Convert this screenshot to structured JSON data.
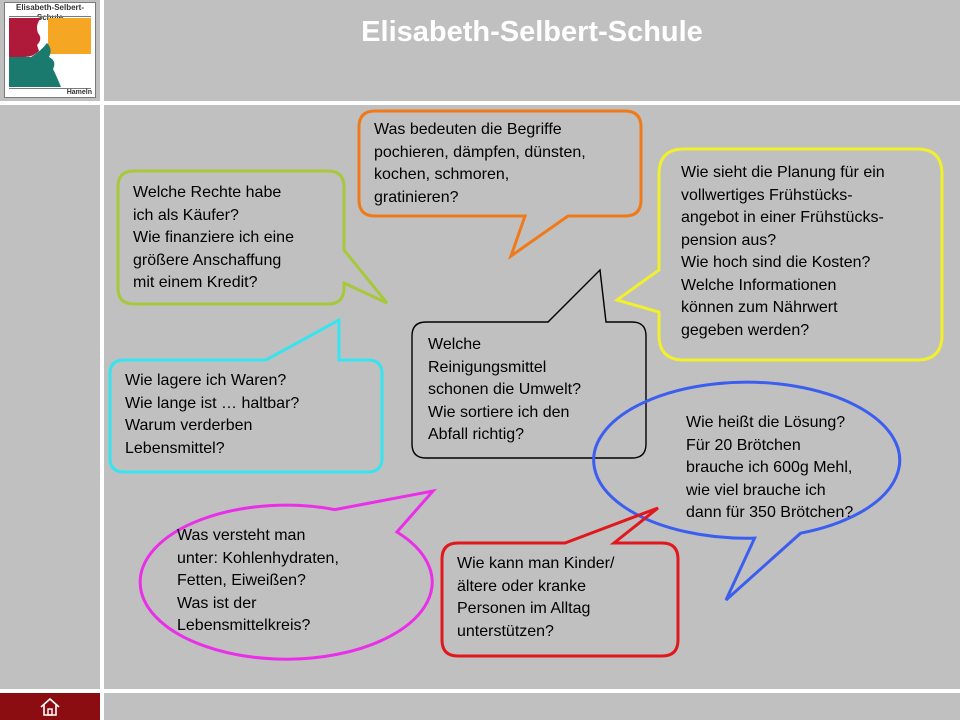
{
  "header": {
    "title": "Elisabeth-Selbert-Schule",
    "logo": {
      "top_text": "Elisabeth-Selbert-Schule",
      "sub_text": "Hameln",
      "colors": {
        "red": "#b01a3a",
        "orange": "#f5a623",
        "teal": "#1a7a6e",
        "gray": "#7a7a7a"
      }
    }
  },
  "footer": {
    "home_icon": "home-icon",
    "home_bg": "#8b0d12"
  },
  "bubbles": [
    {
      "id": "reinigungsmittel",
      "color": "#000000",
      "lines": [
        "Welche",
        "Reinigungsmittel",
        "schonen die Umwelt?",
        "Wie sortiere ich den",
        "Abfall richtig?"
      ]
    },
    {
      "id": "begriffe",
      "color": "#f07a1a",
      "lines": [
        "Was bedeuten die Begriffe",
        "pochieren, dämpfen, dünsten,",
        "kochen, schmoren,",
        "gratinieren?"
      ]
    },
    {
      "id": "rechte",
      "color": "#a7c83a",
      "lines": [
        "Welche Rechte habe",
        "ich als Käufer?",
        "Wie finanziere ich eine",
        "größere Anschaffung",
        "mit einem Kredit?"
      ]
    },
    {
      "id": "fruehstueck",
      "color": "#f2ef2c",
      "lines": [
        "Wie sieht die Planung für ein",
        "vollwertiges Frühstücks-",
        "angebot in einer Frühstücks-",
        "pension aus?",
        "Wie hoch sind die Kosten?",
        "Welche Informationen",
        "können zum Nährwert",
        "gegeben werden?"
      ]
    },
    {
      "id": "waren",
      "color": "#38e3f0",
      "lines": [
        "Wie lagere ich Waren?",
        "Wie lange ist … haltbar?",
        "Warum verderben",
        "Lebensmittel?"
      ]
    },
    {
      "id": "loesung",
      "color": "#3b5ef0",
      "lines": [
        "Wie heißt die Lösung?",
        "Für 20 Brötchen",
        "brauche ich 600g Mehl,",
        "wie viel brauche ich",
        "dann für 350 Brötchen?"
      ]
    },
    {
      "id": "kohlenhydrate",
      "color": "#ea2fe8",
      "lines": [
        "Was versteht man",
        "unter: Kohlenhydraten,",
        "Fetten, Eiweißen?",
        "Was ist der",
        "Lebensmittelkreis?"
      ]
    },
    {
      "id": "kinder",
      "color": "#e0181e",
      "lines": [
        "Wie kann man Kinder/",
        "ältere oder kranke",
        "Personen im Alltag",
        "unterstützen?"
      ]
    }
  ]
}
